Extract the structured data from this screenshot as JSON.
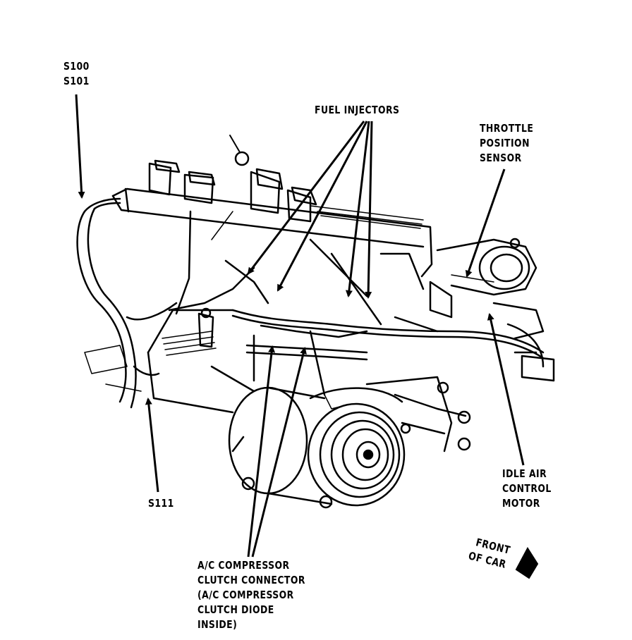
{
  "callouts": {
    "s100_s101": [
      "S100",
      "S101"
    ],
    "fuel_injectors": "FUEL INJECTORS",
    "throttle_position_sensor": [
      "THROTTLE",
      "POSITION",
      "SENSOR"
    ],
    "idle_air_control_motor": [
      "IDLE AIR",
      "CONTROL",
      "MOTOR"
    ],
    "s111": "S111",
    "ac_compressor_clutch_connector": [
      "A/C COMPRESSOR",
      "CLUTCH CONNECTOR",
      "(A/C COMPRESSOR",
      "CLUTCH DIODE",
      "INSIDE)"
    ],
    "front_of_car": [
      "FRONT",
      "OF CAR"
    ]
  },
  "colors": {
    "ink": "#000000",
    "paper": "#ffffff"
  }
}
